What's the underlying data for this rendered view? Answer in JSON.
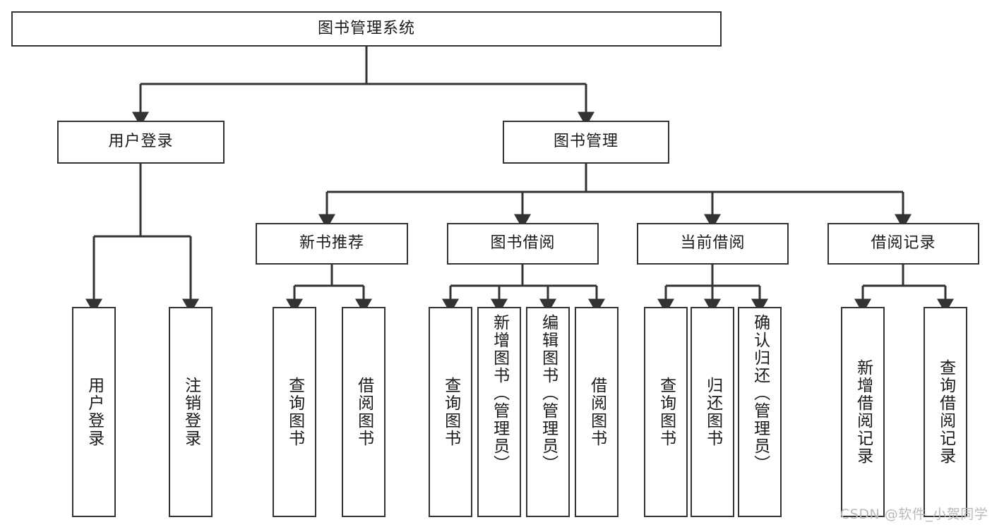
{
  "diagram": {
    "title": "图书管理系统",
    "type": "functional-structure-tree",
    "stroke_color": "#333333",
    "background_color": "#ffffff",
    "text_color": "#1a1a1a",
    "watermark": {
      "text": "CSDN @软件_小贺同学",
      "color": "#b9b9b9"
    }
  },
  "nodes": {
    "root": {
      "label": "图书管理系统"
    },
    "level2": [
      {
        "id": "user-login",
        "label": "用户登录"
      },
      {
        "id": "book-manage",
        "label": "图书管理"
      }
    ],
    "level3": [
      {
        "id": "new-book-recommend",
        "label": "新书推荐"
      },
      {
        "id": "book-borrow",
        "label": "图书借阅"
      },
      {
        "id": "current-borrow",
        "label": "当前借阅"
      },
      {
        "id": "borrow-record",
        "label": "借阅记录"
      }
    ],
    "leaves": {
      "user-login": [
        {
          "id": "leaf-user-login",
          "label": "用户登录"
        },
        {
          "id": "leaf-user-logout",
          "label": "注销登录"
        }
      ],
      "new-book-recommend": [
        {
          "id": "leaf-query-book-1",
          "label": "查询图书"
        },
        {
          "id": "leaf-borrow-book-1",
          "label": "借阅图书"
        }
      ],
      "book-borrow": [
        {
          "id": "leaf-query-book-2",
          "label": "查询图书"
        },
        {
          "id": "leaf-add-book",
          "label": "新增图书（管理员）"
        },
        {
          "id": "leaf-edit-book",
          "label": "编辑图书（管理员）"
        },
        {
          "id": "leaf-borrow-book-2",
          "label": "借阅图书"
        }
      ],
      "current-borrow": [
        {
          "id": "leaf-query-book-3",
          "label": "查询图书"
        },
        {
          "id": "leaf-return-book",
          "label": "归还图书"
        },
        {
          "id": "leaf-confirm-return",
          "label": "确认归还（管理员）"
        }
      ],
      "borrow-record": [
        {
          "id": "leaf-add-record",
          "label": "新增借阅记录"
        },
        {
          "id": "leaf-query-record",
          "label": "查询借阅记录"
        }
      ]
    }
  }
}
